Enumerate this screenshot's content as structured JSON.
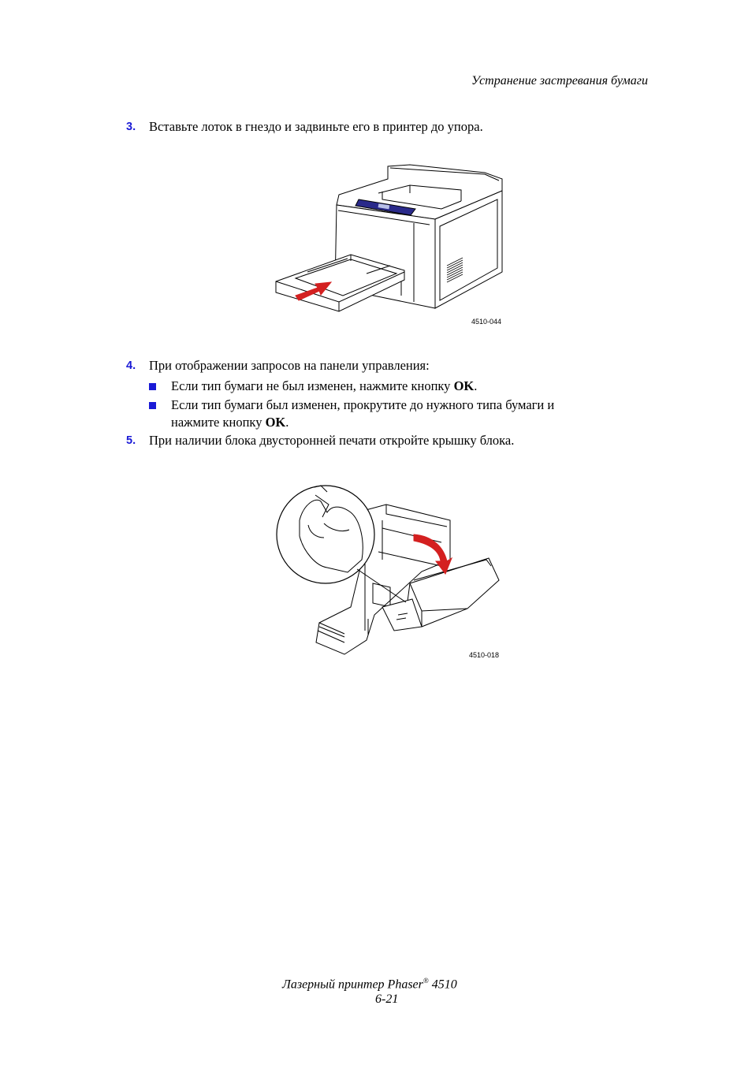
{
  "header": {
    "section_title": "Устранение застревания бумаги"
  },
  "steps": [
    {
      "number": "3.",
      "text": "Вставьте лоток в гнездо и задвиньте его в принтер до упора."
    },
    {
      "number": "4.",
      "text": "При отображении запросов на панели управления:"
    },
    {
      "number": "5.",
      "text": "При наличии блока двусторонней печати откройте крышку блока."
    }
  ],
  "bullets": [
    {
      "text_before": "Если тип бумаги не был изменен, нажмите кнопку ",
      "bold": "OK",
      "text_after": "."
    },
    {
      "text_before": "Если тип бумаги был изменен, прокрутите до нужного типа бумаги и",
      "text_line2": "нажмите кнопку ",
      "bold": "OK",
      "text_after": "."
    }
  ],
  "figures": [
    {
      "code": "4510-044"
    },
    {
      "code": "4510-018"
    }
  ],
  "footer": {
    "product_prefix": "Лазерный принтер Phaser",
    "registered": "®",
    "model": " 4510",
    "page": "6-21"
  },
  "colors": {
    "step_number": "#1a1ad6",
    "arrow": "#d42020",
    "panel": "#2a2a8a"
  }
}
